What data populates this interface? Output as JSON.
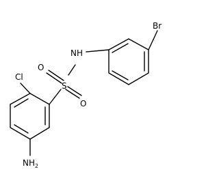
{
  "structure": {
    "atoms": {
      "br": "Br",
      "nh": "NH",
      "s": "S",
      "o_left": "O",
      "o_right": "O",
      "cl": "Cl",
      "amine_n": "NH",
      "amine_sub": "2"
    }
  }
}
